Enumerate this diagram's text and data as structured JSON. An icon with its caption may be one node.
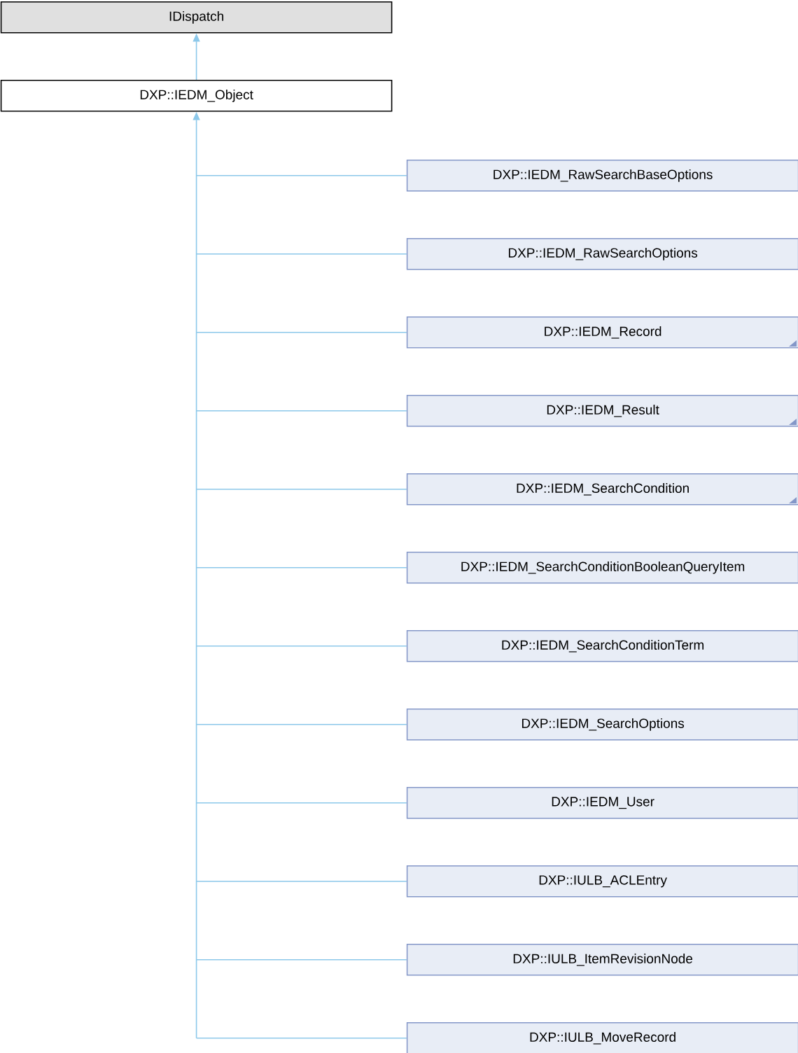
{
  "diagram": {
    "nodes": [
      {
        "text": [
          "IDispatch"
        ]
      },
      {
        "text": [
          "DXP::IEDM_Object"
        ]
      },
      {
        "text": [
          "DXP::IEDM_RawSearchBaseOptions"
        ]
      },
      {
        "text": [
          "DXP::IEDM_RawSearchOptions"
        ]
      },
      {
        "text": [
          "DXP::IEDM_Record"
        ]
      },
      {
        "text": [
          "DXP::IEDM_Result"
        ]
      },
      {
        "text": [
          "DXP::IEDM_SearchCondition"
        ]
      },
      {
        "text": [
          "DXP::IEDM_SearchConditionBooleanQueryItem"
        ]
      },
      {
        "text": [
          "DXP::IEDM_SearchConditionTerm"
        ]
      },
      {
        "text": [
          "DXP::IEDM_SearchOptions"
        ]
      },
      {
        "text": [
          "DXP::IEDM_User"
        ]
      },
      {
        "text": [
          "DXP::IULB_ACLEntry"
        ]
      },
      {
        "text": [
          "DXP::IULB_ItemRevisionNode"
        ]
      },
      {
        "text": [
          "DXP::IULB_MoveRecord"
        ]
      }
    ],
    "edges": [
      {
        "from": 1,
        "to": 0,
        "arrow": "to"
      },
      {
        "from": 2,
        "to": 1,
        "arrow": "to"
      },
      {
        "from": 3,
        "to": 1,
        "arrow": "to"
      },
      {
        "from": 4,
        "to": 1,
        "arrow": "to"
      },
      {
        "from": 5,
        "to": 1,
        "arrow": "to"
      },
      {
        "from": 6,
        "to": 1,
        "arrow": "to"
      },
      {
        "from": 7,
        "to": 1,
        "arrow": "to"
      },
      {
        "from": 8,
        "to": 1,
        "arrow": "to"
      },
      {
        "from": 9,
        "to": 1,
        "arrow": "to"
      },
      {
        "from": 10,
        "to": 1,
        "arrow": "to"
      },
      {
        "from": 11,
        "to": 1,
        "arrow": "to"
      },
      {
        "from": 12,
        "to": 1,
        "arrow": "to"
      },
      {
        "from": 13,
        "to": 1,
        "arrow": "to"
      }
    ]
  }
}
